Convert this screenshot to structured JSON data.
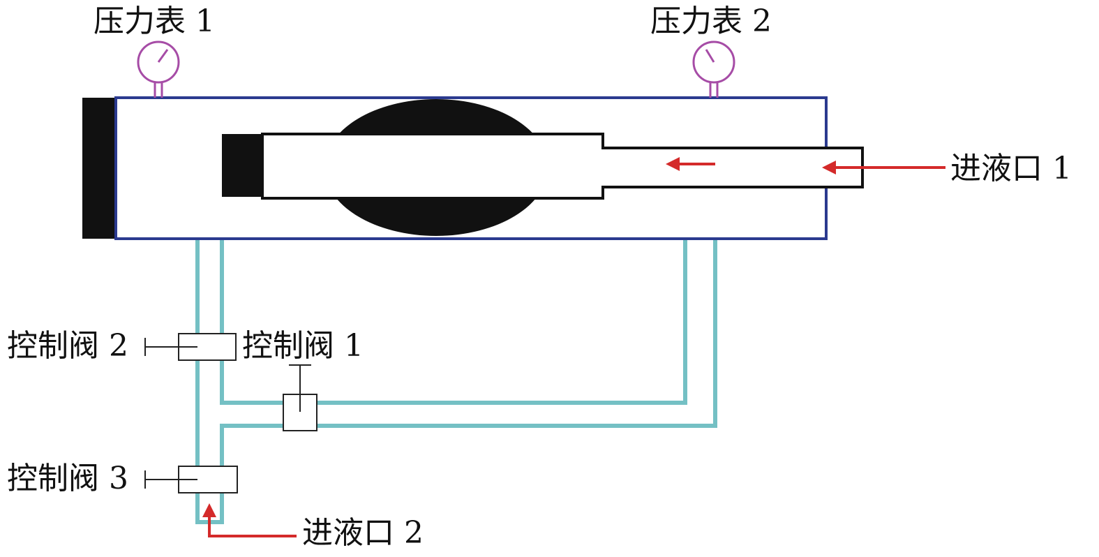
{
  "labels": {
    "gauge_1": "压力表 1",
    "gauge_2": "压力表 2",
    "inlet_1": "进液口 1",
    "inlet_2": "进液口 2",
    "valve_1": "控制阀 1",
    "valve_2": "控制阀 2",
    "valve_3": "控制阀 3"
  },
  "colors": {
    "vessel_outline": "#2b3a8f",
    "pipe": "#74c0c4",
    "core": "#111111",
    "gauge": "#a64ca6",
    "arrow": "#d42a2a",
    "valve_outline": "#222222"
  }
}
